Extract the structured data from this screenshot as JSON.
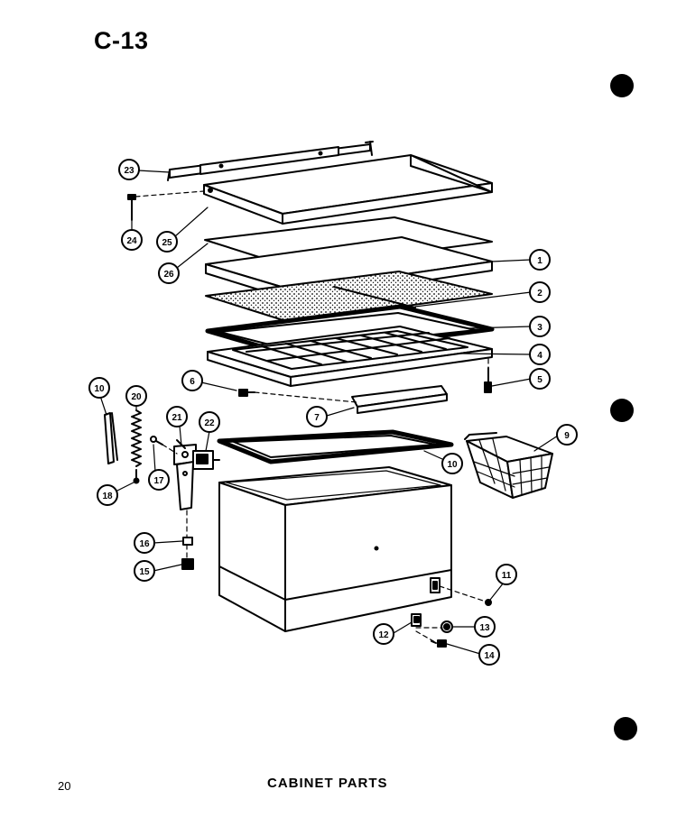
{
  "header": {
    "page_id": "C-13"
  },
  "footer": {
    "page_number": "20",
    "caption": "CABINET PARTS"
  },
  "callouts": {
    "c1": "1",
    "c2": "2",
    "c3": "3",
    "c4": "4",
    "c5": "5",
    "c6": "6",
    "c7": "7",
    "c9": "9",
    "c10a": "10",
    "c10b": "10",
    "c11": "11",
    "c12": "12",
    "c13": "13",
    "c14": "14",
    "c15": "15",
    "c16": "16",
    "c17": "17",
    "c18": "18",
    "c20": "20",
    "c21": "21",
    "c22": "22",
    "c23": "23",
    "c24": "24",
    "c25": "25",
    "c26": "26"
  }
}
